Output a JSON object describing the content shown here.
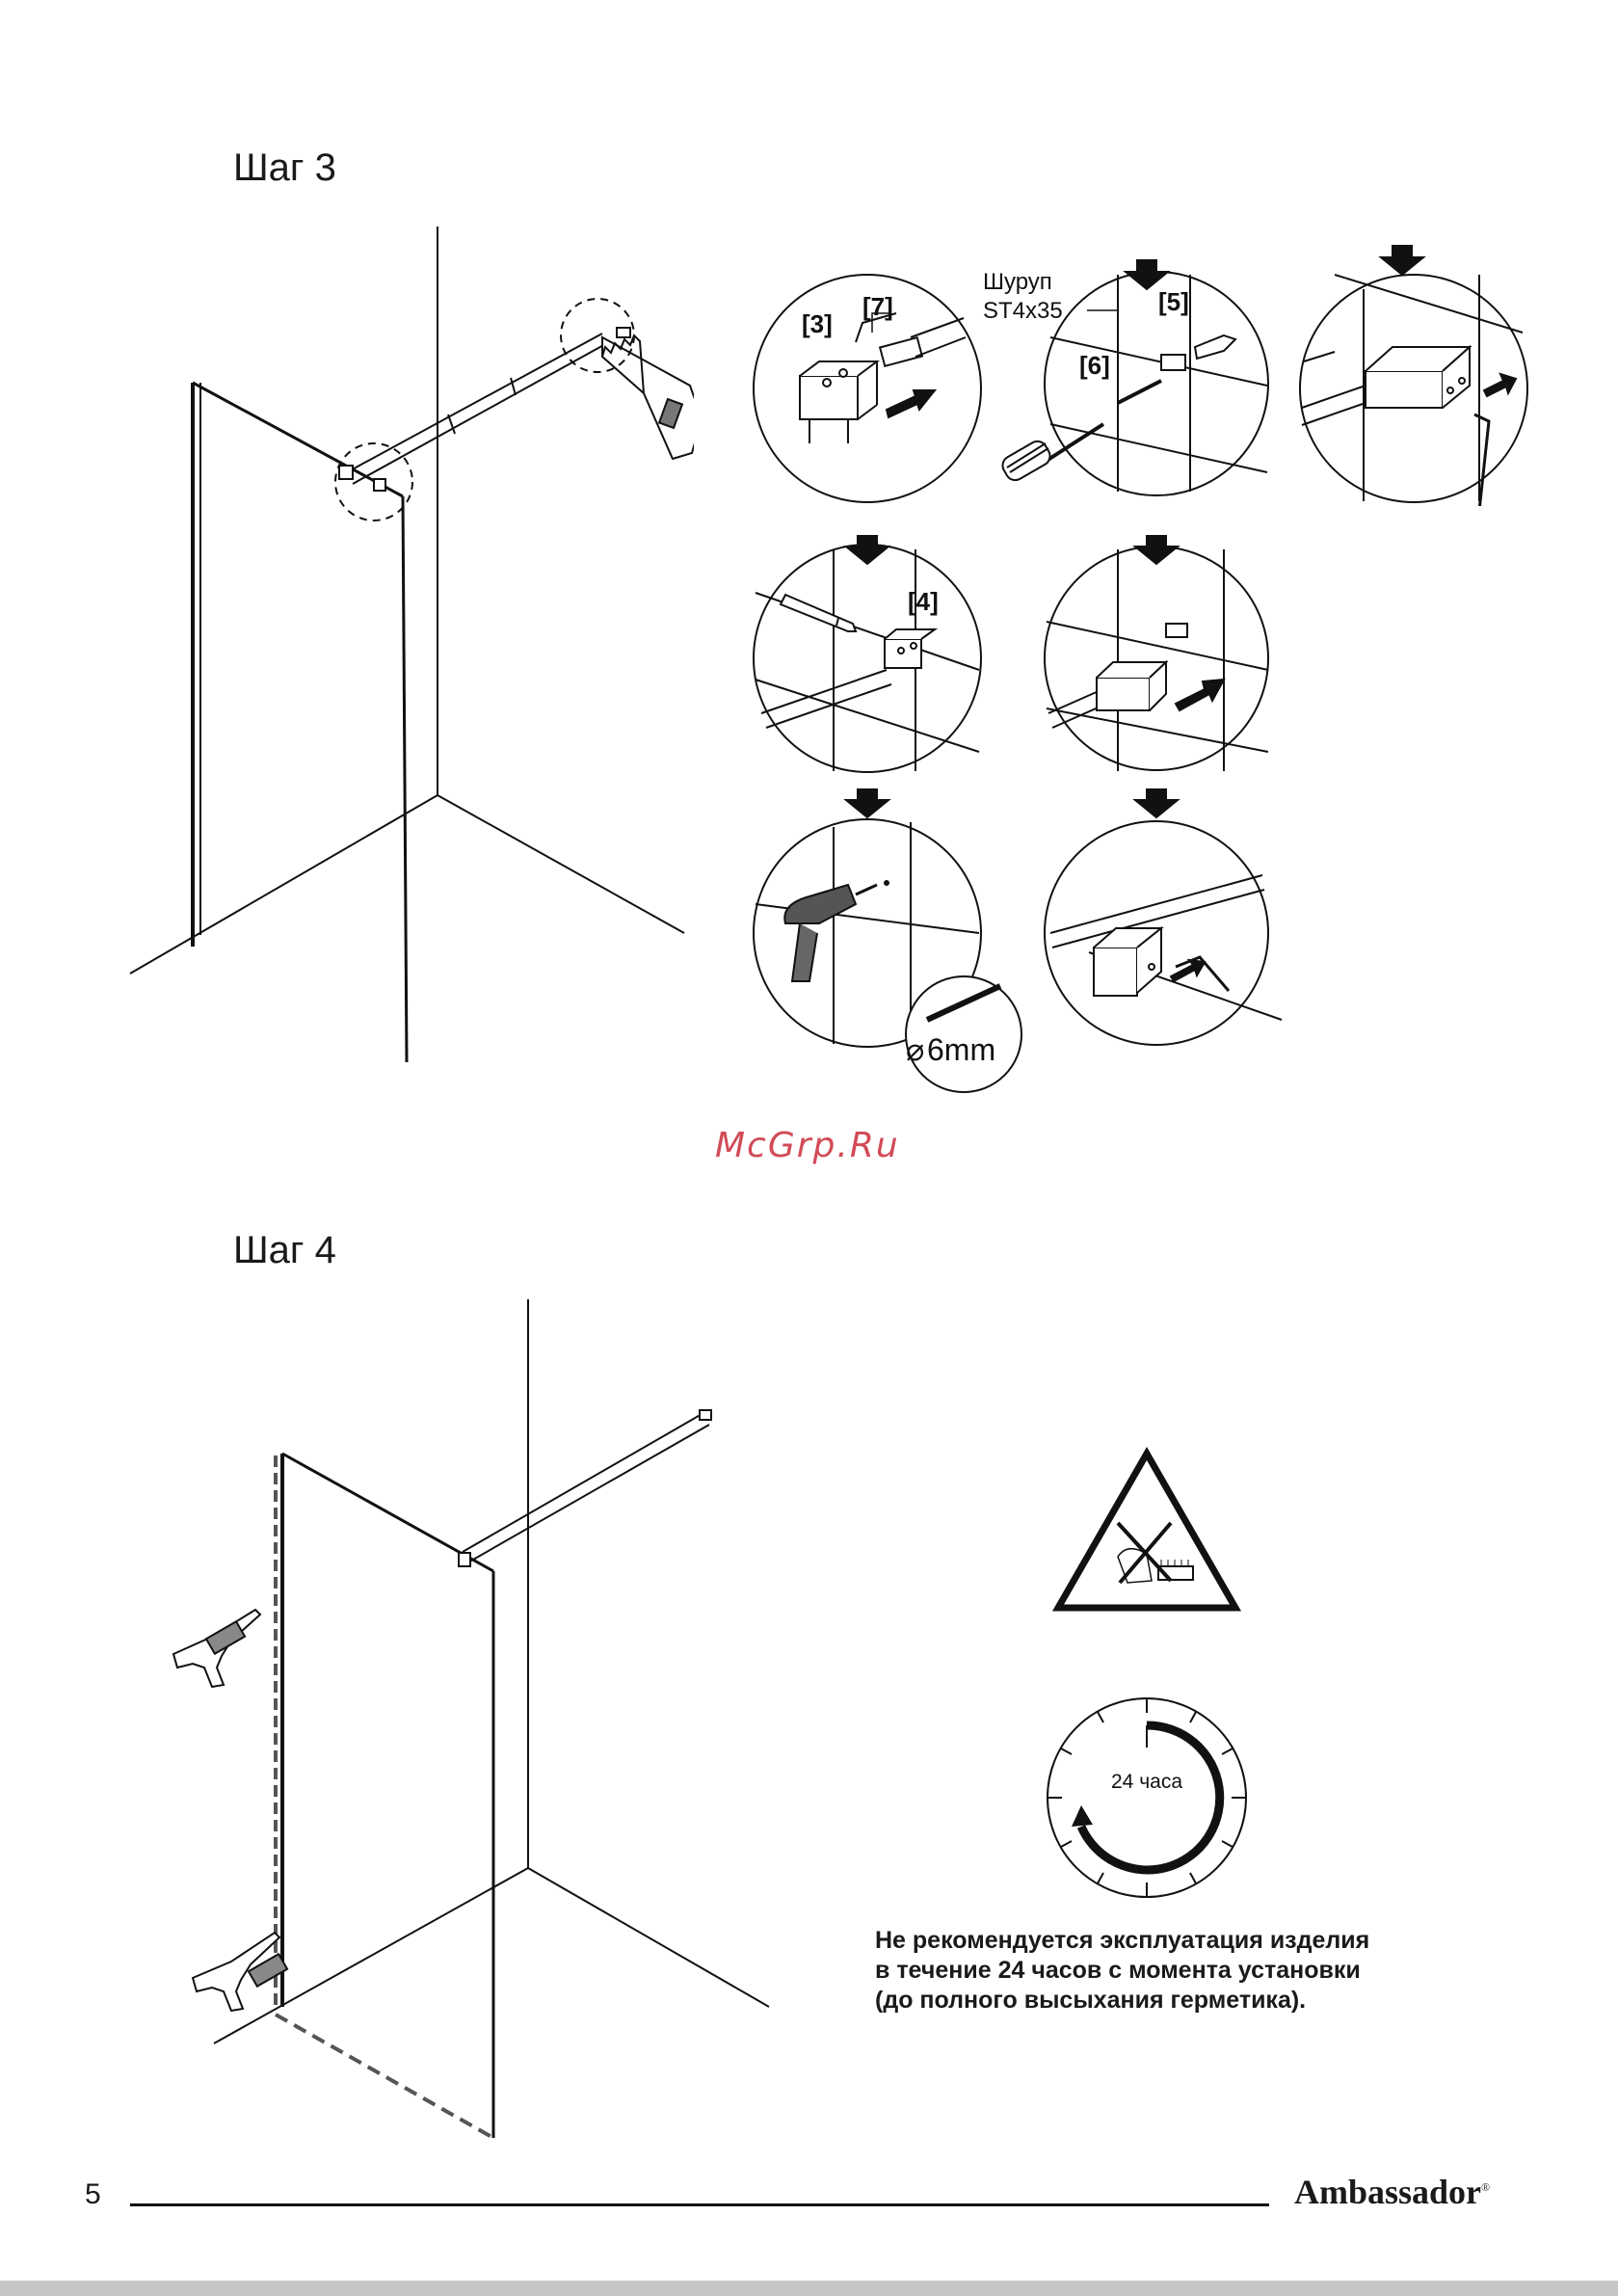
{
  "step3": {
    "title": "Шаг 3",
    "labels": {
      "part3": "[3]",
      "part7": "[7]",
      "part5": "[5]",
      "part6": "[6]",
      "part4": "[4]",
      "screw_name": "Шуруп",
      "screw_size": "ST4x35",
      "drill_size": "6mm"
    }
  },
  "watermark": "McGrp.Ru",
  "step4": {
    "title": "Шаг 4",
    "timer_label": "24 часа",
    "warning_lines": [
      "Не рекомендуется эксплуатация изделия",
      "в течение 24 часов с момента установки",
      "(до полного высыхания герметика)."
    ]
  },
  "footer": {
    "page_number": "5",
    "brand": "Ambassador",
    "brand_mark": "®"
  }
}
